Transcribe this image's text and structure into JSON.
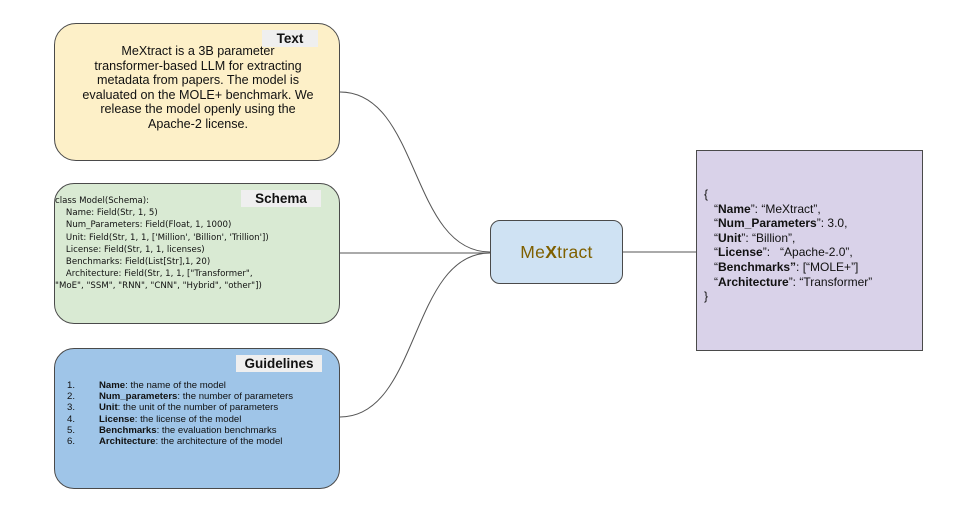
{
  "text_node": {
    "label": "Text",
    "lines": [
      "MeXtract is a 3B parameter",
      "transformer-based LLM for extracting",
      "metadata from papers. The model is",
      "evaluated on the MOLE+ benchmark. We",
      "release the model openly using the",
      "Apache-2 license."
    ]
  },
  "schema_node": {
    "label": "Schema",
    "lines": [
      "class Model(Schema):",
      "    Name: Field(Str, 1, 5)",
      "    Num_Parameters: Field(Float, 1, 1000)",
      "    Unit: Field(Str, 1, 1, ['Million', 'Billion', 'Trillion'])",
      "    License: Field(Str, 1, 1, licenses)",
      "    Benchmarks: Field(List[Str],1, 20)",
      "    Architecture: Field(Str, 1, 1, [\"Transformer\",",
      "\"MoE\", \"SSM\", \"RNN\", \"CNN\", \"Hybrid\", \"other\"])"
    ]
  },
  "guidelines_node": {
    "label": "Guidelines",
    "items": [
      {
        "num": "1.",
        "name": "Name",
        "desc": ": the name of the model"
      },
      {
        "num": "2.",
        "name": "Num_parameters",
        "desc": ": the number of parameters"
      },
      {
        "num": "3.",
        "name": "Unit",
        "desc": ": the unit of the number of parameters"
      },
      {
        "num": "4.",
        "name": "License",
        "desc": ": the license of the model"
      },
      {
        "num": "5.",
        "name": "Benchmarks",
        "desc": ": the evaluation benchmarks"
      },
      {
        "num": "6.",
        "name": "Architecture",
        "desc": ": the architecture of the model"
      }
    ]
  },
  "model_node": {
    "prefix": "Me",
    "highlight": "X",
    "suffix": "tract"
  },
  "output_node": {
    "open": "{",
    "entries": [
      {
        "key": "Name",
        "sep": "”: ",
        "value": "“MeXtract”,"
      },
      {
        "key": "Num_Parameters",
        "sep": "”: ",
        "value": "3.0,"
      },
      {
        "key": "Unit",
        "sep": "”: ",
        "value": "“Billion”,"
      },
      {
        "key": "License",
        "sep": "”:   ",
        "value": "“Apache-2.0”,"
      },
      {
        "key": "Benchmarks”",
        "sep": ": ",
        "value": "[“MOLE+”]"
      },
      {
        "key": "Architecture",
        "sep": "”: ",
        "value": "“Transformer”"
      }
    ],
    "close": "}"
  },
  "colors": {
    "text_fill": "#fdf0c8",
    "schema_fill": "#d9ead3",
    "guidelines_fill": "#9fc5e8",
    "model_fill": "#cfe2f3",
    "model_text": "#7f6000",
    "output_fill": "#d9d2e9",
    "connector": "#555555"
  }
}
